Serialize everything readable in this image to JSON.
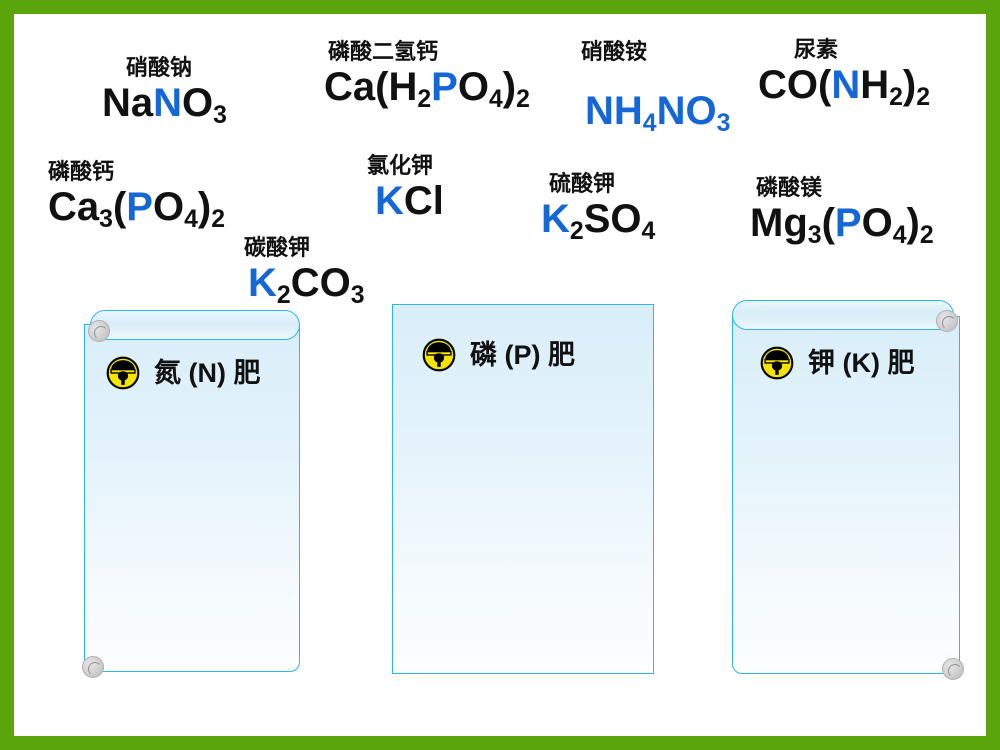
{
  "slide": {
    "border_color": "#5ba50c",
    "background_color": "#ffffff",
    "accent_blue": "#1566d6",
    "card_border_color": "#2bb8e8",
    "icon_color": "#f5e400"
  },
  "compounds": [
    {
      "id": "nano3",
      "cn_name": "硝酸钠",
      "formula_plain": "NaNO3",
      "parts": [
        {
          "t": "Na",
          "hl": false,
          "sub": false
        },
        {
          "t": "N",
          "hl": true,
          "sub": false
        },
        {
          "t": "O",
          "hl": false,
          "sub": false
        },
        {
          "t": "3",
          "hl": false,
          "sub": true
        }
      ]
    },
    {
      "id": "caphos2",
      "cn_name": "磷酸二氢钙",
      "formula_plain": "Ca(H2PO4)2",
      "parts": [
        {
          "t": "Ca(H",
          "hl": false,
          "sub": false
        },
        {
          "t": "2",
          "hl": false,
          "sub": true
        },
        {
          "t": "P",
          "hl": true,
          "sub": false
        },
        {
          "t": "O",
          "hl": false,
          "sub": false
        },
        {
          "t": "4",
          "hl": false,
          "sub": true
        },
        {
          "t": ")",
          "hl": false,
          "sub": false
        },
        {
          "t": "2",
          "hl": false,
          "sub": true
        }
      ]
    },
    {
      "id": "nh4no3",
      "cn_name": "硝酸铵",
      "formula_plain": "NH4NO3",
      "parts": [
        {
          "t": "N",
          "hl": true,
          "sub": false
        },
        {
          "t": "H",
          "hl": false,
          "sub": false
        },
        {
          "t": "4",
          "hl": false,
          "sub": true
        },
        {
          "t": "N",
          "hl": true,
          "sub": false
        },
        {
          "t": "O",
          "hl": false,
          "sub": false
        },
        {
          "t": "3",
          "hl": false,
          "sub": true
        }
      ]
    },
    {
      "id": "urea",
      "cn_name": "尿素",
      "formula_plain": "CO(NH2)2",
      "parts": [
        {
          "t": "CO(",
          "hl": false,
          "sub": false
        },
        {
          "t": "N",
          "hl": true,
          "sub": false
        },
        {
          "t": "H",
          "hl": false,
          "sub": false
        },
        {
          "t": "2",
          "hl": false,
          "sub": true
        },
        {
          "t": ")",
          "hl": false,
          "sub": false
        },
        {
          "t": "2",
          "hl": false,
          "sub": true
        }
      ]
    },
    {
      "id": "ca3po42",
      "cn_name": "磷酸钙",
      "formula_plain": "Ca3(PO4)2",
      "parts": [
        {
          "t": "Ca",
          "hl": false,
          "sub": false
        },
        {
          "t": "3",
          "hl": false,
          "sub": true
        },
        {
          "t": "(",
          "hl": false,
          "sub": false
        },
        {
          "t": "P",
          "hl": true,
          "sub": false
        },
        {
          "t": "O",
          "hl": false,
          "sub": false
        },
        {
          "t": "4",
          "hl": false,
          "sub": true
        },
        {
          "t": ")",
          "hl": false,
          "sub": false
        },
        {
          "t": "2",
          "hl": false,
          "sub": true
        }
      ]
    },
    {
      "id": "kcl",
      "cn_name": "氯化钾",
      "formula_plain": "KCl",
      "parts": [
        {
          "t": "K",
          "hl": true,
          "sub": false
        },
        {
          "t": "Cl",
          "hl": false,
          "sub": false
        }
      ]
    },
    {
      "id": "k2so4",
      "cn_name": "硫酸钾",
      "formula_plain": "K2SO4",
      "parts": [
        {
          "t": "K",
          "hl": true,
          "sub": false
        },
        {
          "t": "2",
          "hl": false,
          "sub": true
        },
        {
          "t": "SO",
          "hl": false,
          "sub": false
        },
        {
          "t": "4",
          "hl": false,
          "sub": true
        }
      ]
    },
    {
      "id": "mg3po42",
      "cn_name": "磷酸镁",
      "formula_plain": "Mg3(PO4)2",
      "parts": [
        {
          "t": "Mg",
          "hl": false,
          "sub": false
        },
        {
          "t": "3",
          "hl": false,
          "sub": true
        },
        {
          "t": "(",
          "hl": false,
          "sub": false
        },
        {
          "t": "P",
          "hl": true,
          "sub": false
        },
        {
          "t": "O",
          "hl": false,
          "sub": false
        },
        {
          "t": "4",
          "hl": false,
          "sub": true
        },
        {
          "t": ")",
          "hl": false,
          "sub": false
        },
        {
          "t": "2",
          "hl": false,
          "sub": true
        }
      ]
    },
    {
      "id": "k2co3",
      "cn_name": "碳酸钾",
      "formula_plain": "K2CO3",
      "parts": [
        {
          "t": "K",
          "hl": true,
          "sub": false
        },
        {
          "t": "2",
          "hl": false,
          "sub": true
        },
        {
          "t": "CO",
          "hl": false,
          "sub": false
        },
        {
          "t": "3",
          "hl": false,
          "sub": true
        }
      ]
    }
  ],
  "cards": [
    {
      "id": "n",
      "title": "氮 (N) 肥",
      "icon": "bell-icon",
      "shape": "scroll-left"
    },
    {
      "id": "p",
      "title": "磷 (P) 肥",
      "icon": "bell-icon",
      "shape": "plain"
    },
    {
      "id": "k",
      "title": "钾 (K) 肥",
      "icon": "bell-icon",
      "shape": "scroll-right"
    }
  ]
}
